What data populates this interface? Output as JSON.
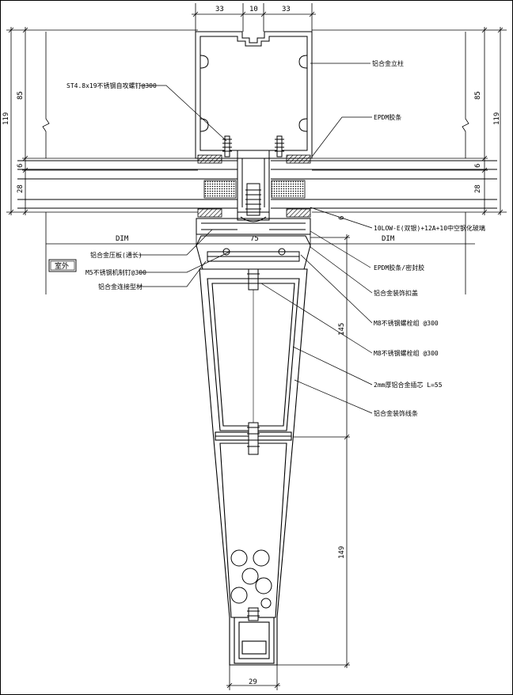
{
  "dimensions": {
    "top_33_left": "33",
    "top_10": "10",
    "top_33_right": "33",
    "left_119": "119",
    "left_85": "85",
    "left_6": "6",
    "left_28": "28",
    "right_85": "85",
    "right_119": "119",
    "right_6": "6",
    "right_28": "28",
    "dim_left": "DIM",
    "dim_right": "DIM",
    "mid_75": "75",
    "small_6": "6",
    "side_145": "145",
    "side_149": "149",
    "bottom_29": "29"
  },
  "labels": {
    "mullion": "铝合金立柱",
    "self_tapping_screw": "ST4.8x19不锈钢自攻螺钉@300",
    "epdm_strip_top": "EPDM胶条",
    "glass": "10LOW-E(双银)+12A+10中空钢化玻璃",
    "pressure_plate": "铝合金压板(通长)",
    "epdm_sealant": "EPDM胶条/密封胶",
    "rivet": "M5不锈钢机制钉@300",
    "connector": "铝合金连接型材",
    "fin_connector": "铝合金装饰扣盖",
    "bolt_1": "M8不锈钢螺栓组 @300",
    "bolt_2": "M8不锈钢螺栓组 @300",
    "core": "2mm厚铝合金插芯 L=55",
    "fin_strip": "铝合金装饰线条"
  },
  "exterior_tag": "室外"
}
